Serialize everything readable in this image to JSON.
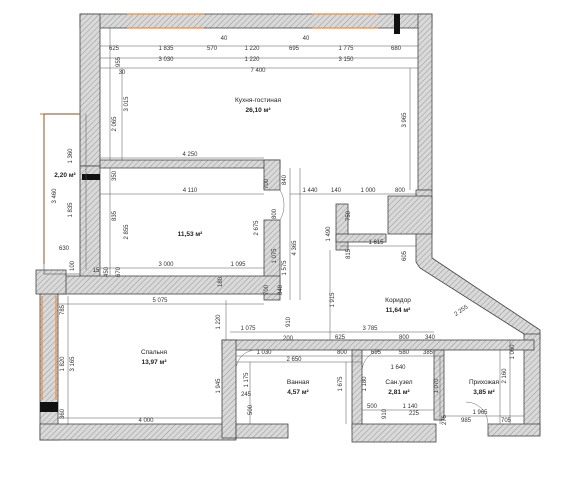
{
  "rooms": {
    "kitchen": {
      "name": "Кухня-гостиная",
      "area": "26,10 м²"
    },
    "room2": {
      "area": "11,53 м²"
    },
    "balcony": {
      "area": "2,20 м²"
    },
    "corridor": {
      "name": "Коридор",
      "area": "11,64 м²"
    },
    "bedroom": {
      "name": "Спальня",
      "area": "13,97 м²"
    },
    "bath": {
      "name": "Ванная",
      "area": "4,57 м²"
    },
    "wc": {
      "name": "Сан.узел",
      "area": "2,81 м²"
    },
    "hall": {
      "name": "Прихожая",
      "area": "3,85 м²"
    }
  },
  "dims": {
    "top1": [
      "625",
      "1 835",
      "570",
      "1 220",
      "695",
      "1 775",
      "680"
    ],
    "top2": [
      "3 030",
      "1 220",
      "3 150"
    ],
    "top3": "7 400",
    "t40a": "40",
    "t40b": "40",
    "t955": "955",
    "t30": "30",
    "v3015": "3 015",
    "v2065": "2 065",
    "v3965": "3 965",
    "h4250": "4 250",
    "h4110": "4 110",
    "v1360": "1 360",
    "v3460": "3 460",
    "v1835": "1 835",
    "h630": "630",
    "v835": "835",
    "v2855": "2 855",
    "v450": "450",
    "v670": "670",
    "v15": "15",
    "v100": "100",
    "v350": "350",
    "v700a": "700",
    "v840a": "840",
    "v800": "800",
    "h1440": "1 440",
    "h140": "140",
    "h1000": "1 000",
    "h800": "800",
    "v2675": "2 675",
    "v4365": "4 365",
    "v1575": "1 575",
    "v1075": "1 075",
    "v1490": "1 490",
    "v750": "750",
    "v815": "815",
    "h1615": "1 615",
    "v605": "605",
    "h3000": "3 000",
    "h1095": "1 095",
    "v180": "180",
    "v700b": "700",
    "v840b": "840",
    "h5075": "5 075",
    "v785": "785",
    "v2255": "2 255",
    "v1220": "1 220",
    "v910": "910",
    "v1915": "1 915",
    "h1075": "1 075",
    "h200": "200",
    "h3785": "3 785",
    "h1030": "1 030",
    "h625": "625",
    "h800b": "800",
    "h340": "340",
    "h2650": "2 650",
    "h695": "695",
    "h800c": "800",
    "h385": "385",
    "v1820": "1 820",
    "v3165": "3 165",
    "v1945": "1 945",
    "v1175": "1 175",
    "v245": "245",
    "v1675": "1 675",
    "v500a": "500",
    "v1180": "1 180",
    "v910b": "910",
    "h500": "500",
    "h1140": "1 140",
    "h225": "225",
    "v275": "275",
    "v1070": "1 070",
    "h1965": "1 965",
    "h985": "985",
    "h705": "705",
    "v1060": "1 060",
    "v2160": "2 160",
    "h4000": "4 000",
    "v360": "360",
    "v1640": "1 640",
    "h580": "580"
  }
}
